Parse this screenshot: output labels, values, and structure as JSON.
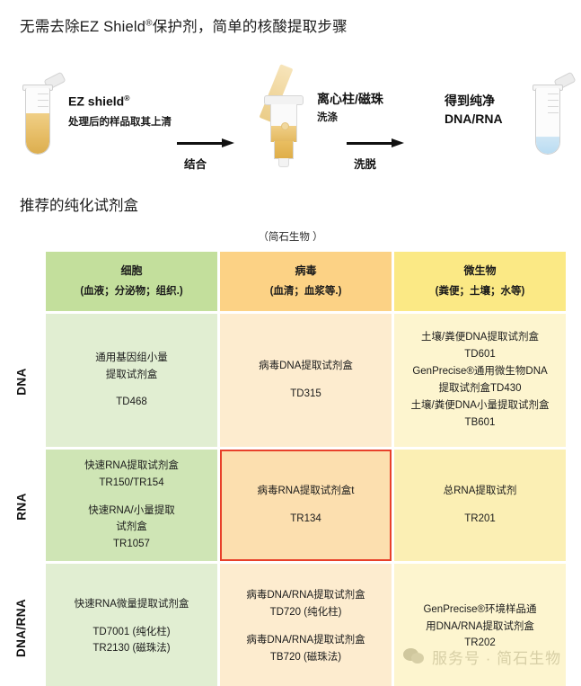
{
  "main_title": {
    "prefix": "无需去除EZ Shield",
    "sup": "®",
    "suffix": "保护剂，简单的核酸提取步骤"
  },
  "workflow": {
    "step1_label": "EZ shield",
    "step1_sup": "®",
    "step1_sub": "处理后的样品取其上清",
    "arrow1_caption": "结合",
    "step2_label": "离心柱/磁珠",
    "step2_sub": "洗涤",
    "arrow2_caption": "洗脱",
    "step3_label_line1": "得到纯净",
    "step3_label_line2": "DNA/RNA"
  },
  "section_title": "推荐的纯化试剂盒",
  "table_caption": "（简石生物 ）",
  "table": {
    "headers": [
      {
        "name": "细胞",
        "detail": "(血液；分泌物；组织.)",
        "color": "#c3df9c"
      },
      {
        "name": "病毒",
        "detail": "(血清；血浆等.)",
        "color": "#fcd285"
      },
      {
        "name": "微生物",
        "detail": "(粪便；土壤；水等)",
        "color": "#fbe985"
      }
    ],
    "rows": [
      {
        "label": "DNA",
        "cells": [
          {
            "lines": [
              "通用基因组小量",
              "提取试剂盒",
              "",
              "TD468"
            ]
          },
          {
            "lines": [
              "病毒DNA提取试剂盒",
              "",
              "TD315"
            ]
          },
          {
            "lines": [
              "土壤/粪便DNA提取试剂盒",
              "TD601",
              "GenPrecise®通用微生物DNA",
              "提取试剂盒TD430",
              "土壤/粪便DNA小量提取试剂盒",
              "TB601"
            ]
          }
        ]
      },
      {
        "label": "RNA",
        "cells": [
          {
            "lines": [
              "快速RNA提取试剂盒",
              "TR150/TR154",
              "",
              "快速RNA/小量提取",
              "试剂盒",
              "TR1057"
            ]
          },
          {
            "lines": [
              "病毒RNA提取试剂盒t",
              "",
              "TR134"
            ],
            "highlight": true,
            "highlight_color": "#e8402a"
          },
          {
            "lines": [
              "总RNA提取试剂",
              "",
              "TR201"
            ]
          }
        ]
      },
      {
        "label": "DNA/RNA",
        "cells": [
          {
            "lines": [
              "快速RNA微量提取试剂盒",
              "",
              "TD7001 (纯化柱)",
              "TR2130 (磁珠法)"
            ]
          },
          {
            "lines": [
              "病毒DNA/RNA提取试剂盒",
              "TD720 (纯化柱)",
              "",
              "病毒DNA/RNA提取试剂盒",
              "TB720 (磁珠法)"
            ]
          },
          {
            "lines": [
              "GenPrecise®环境样品通",
              "用DNA/RNA提取试剂盒",
              "TR202"
            ]
          }
        ]
      }
    ]
  },
  "watermark": {
    "text": "服务号 · 简石生物",
    "icon": "wechat-icon"
  }
}
